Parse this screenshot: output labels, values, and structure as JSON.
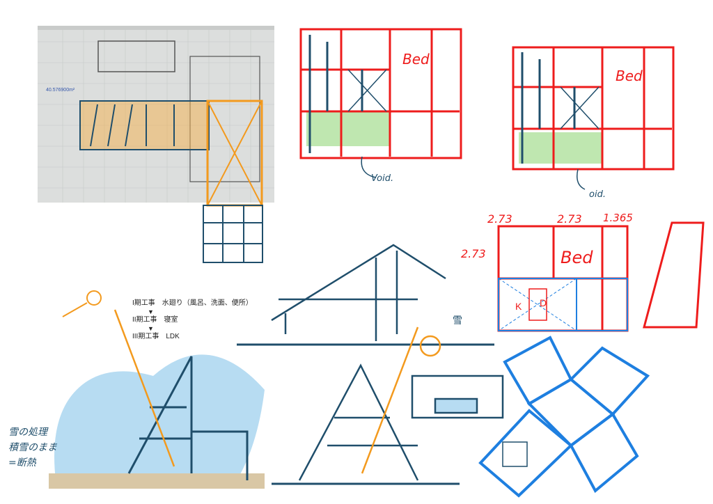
{
  "photo": {
    "area_readout": "40.576900m²"
  },
  "notes": {
    "phase1": "I期工事　水廻り（風呂、洗面、便所）",
    "phase2": "II期工事　寝室",
    "phase3": "III期工事　LDK",
    "arrow": "▼"
  },
  "plans": {
    "bed": "Bed",
    "void": "Void.",
    "void2": "oid.",
    "dim_a": "2.73",
    "dim_b": "2.73",
    "dim_c": "1.365",
    "dim_d": "2.73",
    "kitchen": "K",
    "dining": "D"
  },
  "handwritten": {
    "line1": "雪の処理",
    "line2": "積雪のまま",
    "line3": "=断熱"
  },
  "colors": {
    "red": "#ee1c1c",
    "navy": "#1f4e6b",
    "orange": "#f39a1e",
    "blue": "#1e7fe0",
    "sky": "#b7dcf2",
    "green": "#bfe7b0"
  }
}
